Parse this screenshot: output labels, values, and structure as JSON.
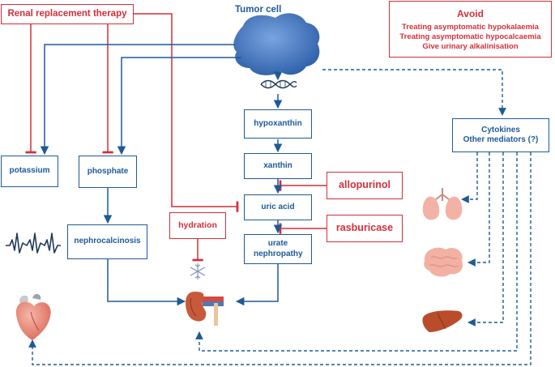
{
  "tumor_cell": {
    "label": "Tumor cell"
  },
  "boxes": {
    "renal_replacement": "Renal replacement therapy",
    "avoid_title": "Avoid",
    "avoid_items": [
      "Treating asymptomatic hypokalaemia",
      "Treating asymptomatic hypocalcaemia",
      "Give urinary alkalinisation"
    ],
    "hypoxanthin": "hypoxanthin",
    "xanthin": "xanthin",
    "uric_acid": "uric acid",
    "urate_nephropathy": "urate nephropathy",
    "potassium": "potassium",
    "phosphate": "phosphate",
    "nephrocalcinosis": "nephrocalcinosis",
    "cytokines": "Cytokines\nOther mediators (?)",
    "allopurinol": "allopurinol",
    "rasburicase": "rasburicase",
    "hydration": "hydration"
  },
  "icons": [
    "dna-icon",
    "ecg-wave-icon",
    "heart-icon",
    "kidney-icon",
    "lungs-icon",
    "brain-icon",
    "liver-icon",
    "snowflake-icon",
    "tumor-cell-icon"
  ],
  "colors": {
    "blue": "#1e5a96",
    "red": "#d32f3a",
    "tumor": "#4a7ec8"
  }
}
